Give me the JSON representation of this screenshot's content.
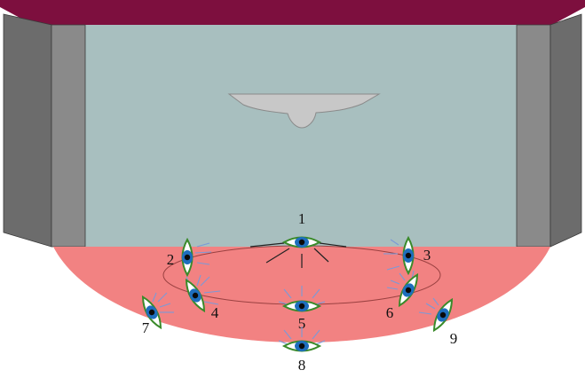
{
  "colors": {
    "ceiling": "#7d0f3e",
    "wall_outer": "#6c6c6c",
    "wall_inner": "#8a8a8a",
    "back_wall": "#a8bfbf",
    "floor": "#f28282",
    "fixture": "#c8c8c8",
    "eye_outline": "#3a8a2a",
    "iris": "#1e6ebd",
    "ray_blue": "#7a9ad8",
    "ray_dark": "#222222"
  },
  "viewpoints": [
    {
      "label": "1",
      "icon": "eye-icon"
    },
    {
      "label": "2",
      "icon": "eye-icon"
    },
    {
      "label": "3",
      "icon": "eye-icon"
    },
    {
      "label": "4",
      "icon": "eye-icon"
    },
    {
      "label": "5",
      "icon": "eye-icon"
    },
    {
      "label": "6",
      "icon": "eye-icon"
    },
    {
      "label": "7",
      "icon": "eye-icon"
    },
    {
      "label": "8",
      "icon": "eye-icon"
    },
    {
      "label": "9",
      "icon": "eye-icon"
    }
  ]
}
